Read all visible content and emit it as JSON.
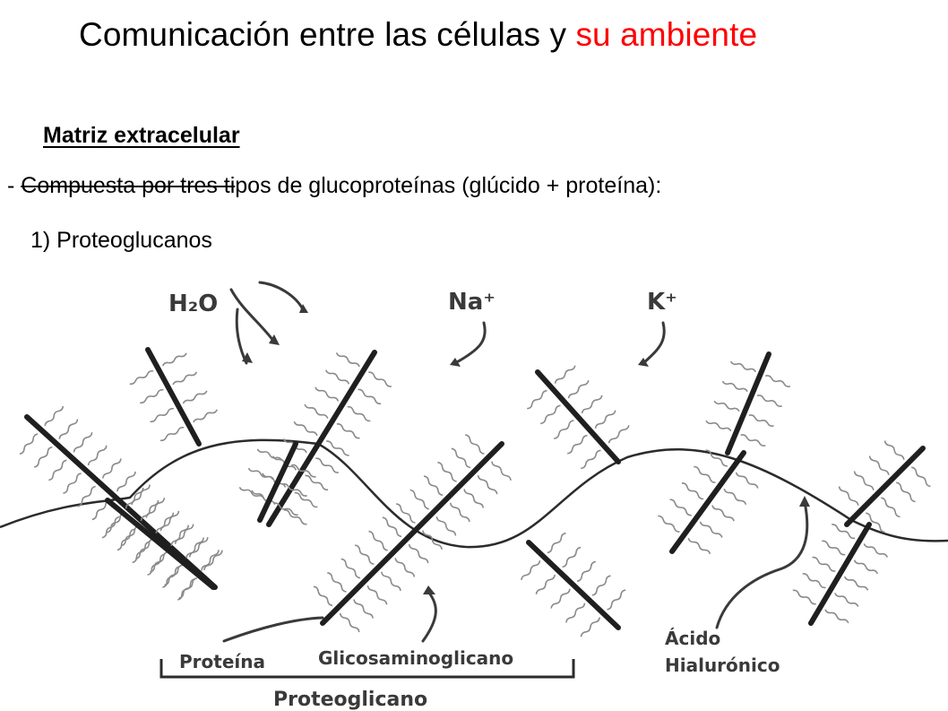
{
  "slide": {
    "title_main": "Comunicación entre las células y ",
    "title_accent": "su ambiente",
    "subtitle": "Matriz extracelular",
    "bullet_dash": "- ",
    "bullet_struck": "Compuesta por tres ti",
    "bullet_rest": "pos de glucoproteínas (glúcido + proteína):",
    "item_1": "1) Proteoglucanos"
  },
  "figure": {
    "labels": {
      "water": "H₂O",
      "sodium": "Na⁺",
      "potassium": "K⁺",
      "protein": "Proteína",
      "gag": "Glicosaminoglicano",
      "hyaluronic_line1": "Ácido",
      "hyaluronic_line2": "Hialurónico",
      "proteoglycan": "Proteoglicano"
    },
    "colors": {
      "title_accent": "#ff0000",
      "ink": "#2b2b2b"
    }
  }
}
